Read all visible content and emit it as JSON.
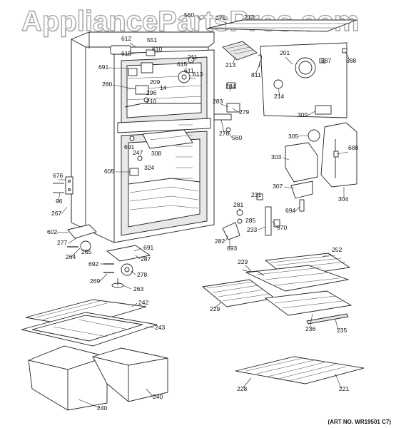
{
  "watermark": "AppliancePartsPros.com",
  "art_number": "(ART NO. WR19501 C7)",
  "part_labels": [
    {
      "id": "560a",
      "text": "560"
    },
    {
      "id": "275",
      "text": "275"
    },
    {
      "id": "212",
      "text": "212"
    },
    {
      "id": "612",
      "text": "612"
    },
    {
      "id": "551",
      "text": "551"
    },
    {
      "id": "610",
      "text": "610"
    },
    {
      "id": "615a",
      "text": "615"
    },
    {
      "id": "691a",
      "text": "691"
    },
    {
      "id": "211",
      "text": "211"
    },
    {
      "id": "615b",
      "text": "615"
    },
    {
      "id": "611",
      "text": "611"
    },
    {
      "id": "613",
      "text": "613"
    },
    {
      "id": "280",
      "text": "280"
    },
    {
      "id": "209",
      "text": "209"
    },
    {
      "id": "14",
      "text": "14"
    },
    {
      "id": "296",
      "text": "296"
    },
    {
      "id": "210",
      "text": "210"
    },
    {
      "id": "213",
      "text": "213"
    },
    {
      "id": "201",
      "text": "201"
    },
    {
      "id": "687",
      "text": "687"
    },
    {
      "id": "688a",
      "text": "688"
    },
    {
      "id": "811",
      "text": "811"
    },
    {
      "id": "214",
      "text": "214"
    },
    {
      "id": "284",
      "text": "284"
    },
    {
      "id": "283",
      "text": "283"
    },
    {
      "id": "279",
      "text": "279"
    },
    {
      "id": "276",
      "text": "276"
    },
    {
      "id": "560b",
      "text": "560"
    },
    {
      "id": "309",
      "text": "309"
    },
    {
      "id": "305",
      "text": "305"
    },
    {
      "id": "688b",
      "text": "688"
    },
    {
      "id": "303",
      "text": "303"
    },
    {
      "id": "307",
      "text": "307"
    },
    {
      "id": "304",
      "text": "304"
    },
    {
      "id": "691b",
      "text": "691"
    },
    {
      "id": "247",
      "text": "247"
    },
    {
      "id": "308",
      "text": "308"
    },
    {
      "id": "324",
      "text": "324"
    },
    {
      "id": "605",
      "text": "605"
    },
    {
      "id": "676",
      "text": "676"
    },
    {
      "id": "96",
      "text": "96"
    },
    {
      "id": "267",
      "text": "267"
    },
    {
      "id": "231",
      "text": "231"
    },
    {
      "id": "281",
      "text": "281"
    },
    {
      "id": "285",
      "text": "285"
    },
    {
      "id": "694",
      "text": "694"
    },
    {
      "id": "233",
      "text": "233"
    },
    {
      "id": "570",
      "text": "570"
    },
    {
      "id": "602",
      "text": "602"
    },
    {
      "id": "277",
      "text": "277"
    },
    {
      "id": "282",
      "text": "282"
    },
    {
      "id": "693",
      "text": "693"
    },
    {
      "id": "691c",
      "text": "691"
    },
    {
      "id": "264",
      "text": "264"
    },
    {
      "id": "265",
      "text": "265"
    },
    {
      "id": "287",
      "text": "287"
    },
    {
      "id": "692",
      "text": "692"
    },
    {
      "id": "278",
      "text": "278"
    },
    {
      "id": "269",
      "text": "269"
    },
    {
      "id": "263",
      "text": "263"
    },
    {
      "id": "252",
      "text": "252"
    },
    {
      "id": "229a",
      "text": "229"
    },
    {
      "id": "229b",
      "text": "229"
    },
    {
      "id": "242",
      "text": "242"
    },
    {
      "id": "243",
      "text": "243"
    },
    {
      "id": "236",
      "text": "236"
    },
    {
      "id": "235",
      "text": "235"
    },
    {
      "id": "228",
      "text": "228"
    },
    {
      "id": "221",
      "text": "221"
    },
    {
      "id": "240a",
      "text": "240"
    },
    {
      "id": "240b",
      "text": "240"
    }
  ]
}
